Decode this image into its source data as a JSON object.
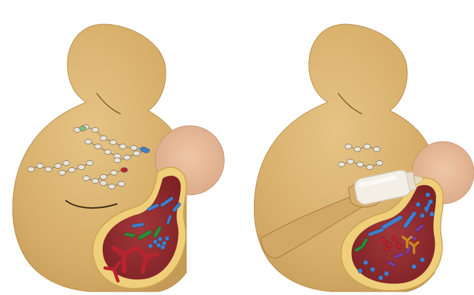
{
  "panels": [
    {
      "id": "left",
      "feeding": "breastfeeding"
    },
    {
      "id": "right",
      "feeding": "bottle-feeding"
    }
  ],
  "colors": {
    "skin": "#d9b26e",
    "skin_shadow": "#c19a55",
    "baby": "#e7b892",
    "gut_wall": "#f0cf7a",
    "gut_lumen": "#8e2a2a",
    "bottle": "#f3efe6",
    "bacteria_blue": "#3f7fd0",
    "bacteria_green": "#2f8a3a",
    "bacteria_red": "#b8232e",
    "bacteria_purple": "#7a3fb0",
    "bacteria_orange": "#c98a1e",
    "sugar_node": "#e9e4d8"
  }
}
